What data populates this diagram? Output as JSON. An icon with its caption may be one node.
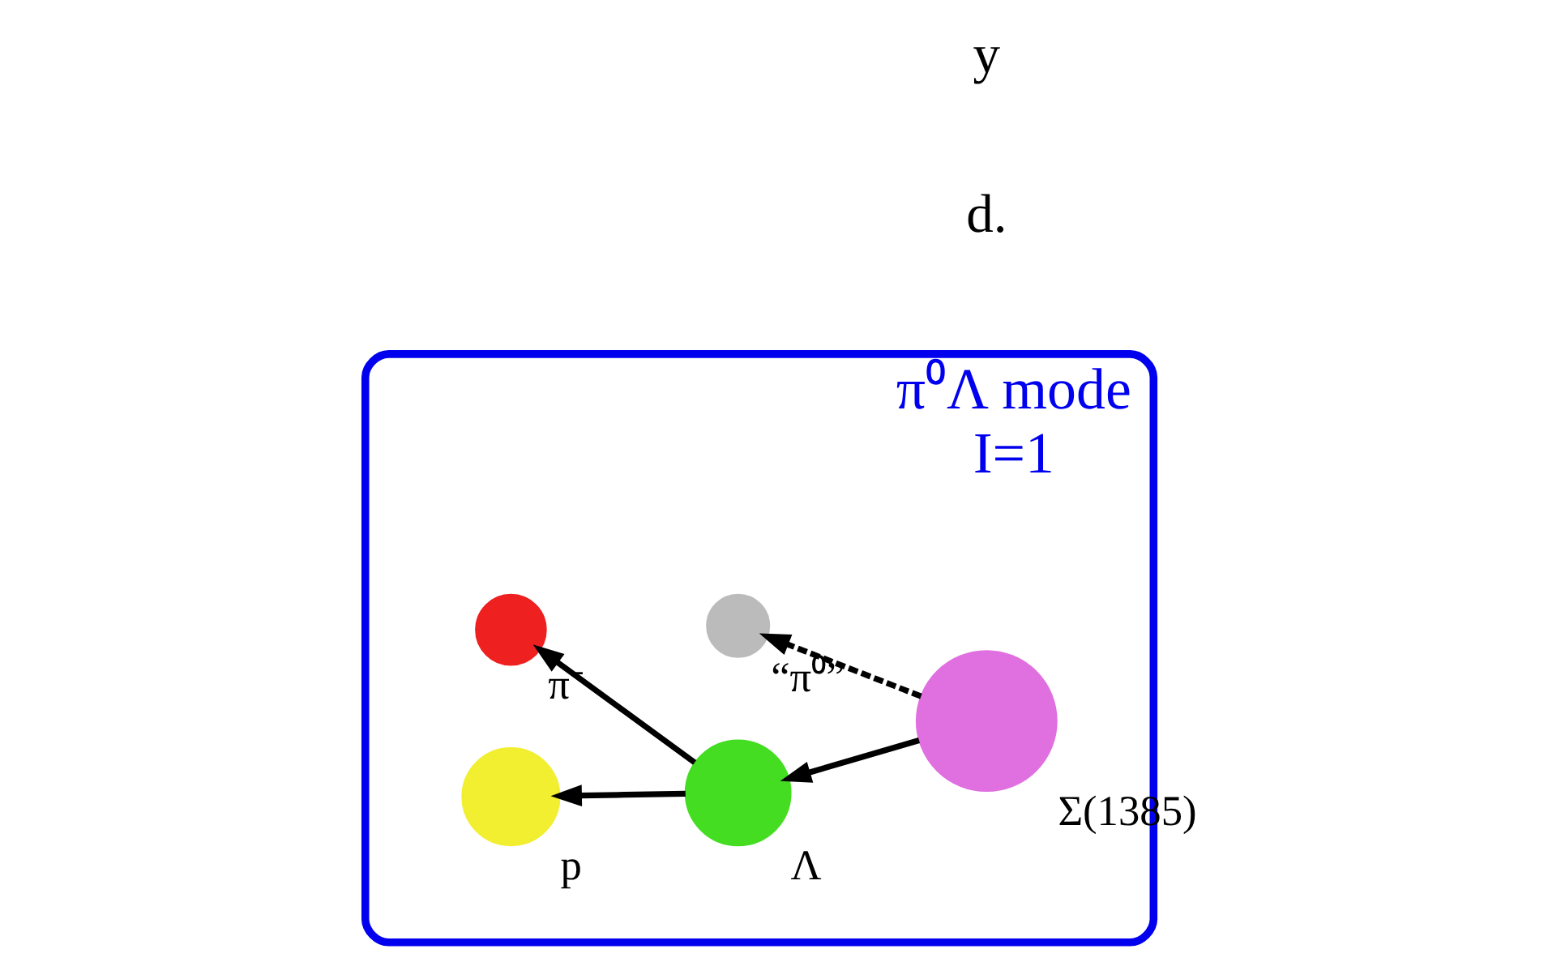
{
  "diagram": {
    "nodes": [
      {
        "text": [
          "π⁰Λ mode",
          "I=1"
        ]
      },
      {
        "text": [
          "Σ(1385)"
        ],
        "in": 0
      },
      {
        "text": [
          "Λ"
        ],
        "in": 0
      },
      {
        "text": [
          "p"
        ],
        "in": 0
      },
      {
        "text": [
          "π⁻"
        ],
        "in": 0
      },
      {
        "text": [
          "“π⁰”"
        ],
        "in": 0
      }
    ],
    "edges": [
      {
        "from": 1,
        "to": 2,
        "arrow": "to"
      },
      {
        "from": 2,
        "to": 3,
        "arrow": "to"
      },
      {
        "from": 2,
        "to": 4,
        "arrow": "to"
      },
      {
        "from": 1,
        "to": 5,
        "arrow": "to",
        "style": "dashed"
      }
    ],
    "labels": [
      "d.",
      "y"
    ]
  }
}
